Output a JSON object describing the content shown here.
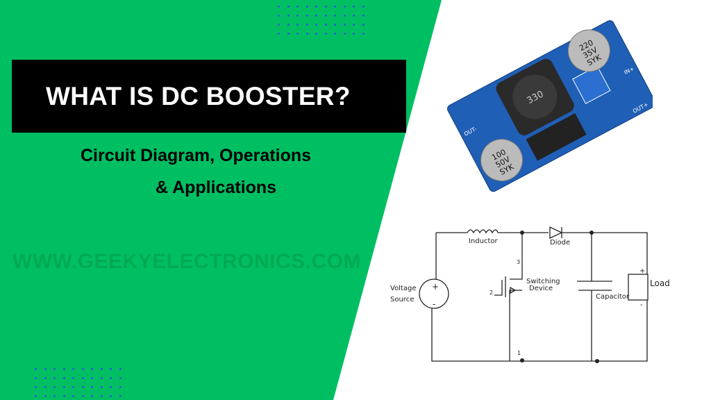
{
  "colors": {
    "background_green": "#00bf63",
    "title_box": "#000000",
    "watermark": "#00a955",
    "dots": "#2f5bd8",
    "pcb": "#1f5fb5"
  },
  "title": "WHAT IS DC BOOSTER?",
  "subtitle_line1": "Circuit Diagram, Operations",
  "subtitle_line2": "& Applications",
  "watermark": "WWW.GEEKYELECTRONICS.COM",
  "pcb": {
    "cap1": [
      "220",
      "35V",
      "SYK"
    ],
    "cap2": [
      "100",
      "50V",
      "SYK"
    ],
    "inductor": "330",
    "pin_in": "IN+",
    "pin_out": "OUT+",
    "pin_out_neg": "OUT-"
  },
  "circuit": {
    "inductor": "Inductor",
    "diode": "Diode",
    "switch_line1": "Switching",
    "switch_line2": "Device",
    "capacitor": "Capacitor",
    "load": "Load",
    "source_line1": "Voltage",
    "source_line2": "Source",
    "pin3": "3",
    "pin2": "2",
    "pin1": "1",
    "plus": "+",
    "minus": "-"
  }
}
